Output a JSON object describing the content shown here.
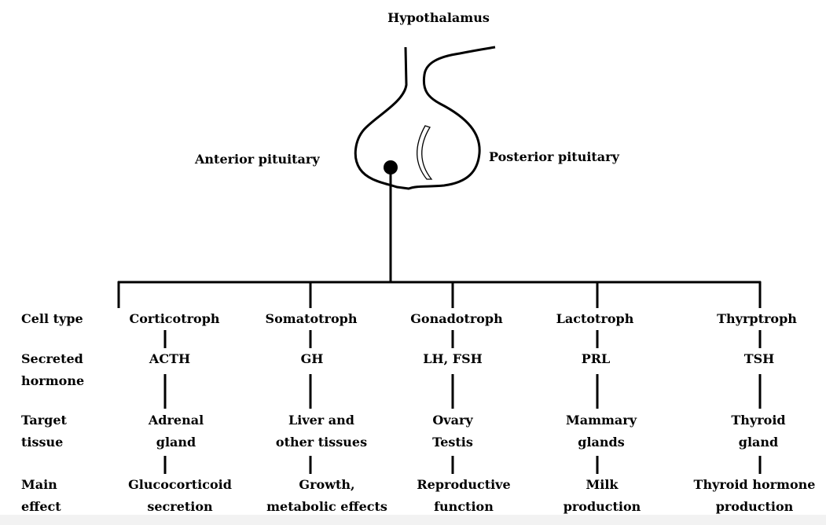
{
  "title": "Hypothalamus",
  "anterior_label": "Anterior pituitary",
  "posterior_label": "Posterior pituitary",
  "row_labels": {
    "cell_type": "Cell type",
    "secreted_1": "Secreted",
    "secreted_2": "hormone",
    "target_1": "Target",
    "target_2": "tissue",
    "effect_1": "Main",
    "effect_2": "effect"
  },
  "columns": [
    {
      "cell": "Corticotroph",
      "hormone": "ACTH",
      "target1": "Adrenal",
      "target2": "gland",
      "effect1": "Glucocorticoid",
      "effect2": "secretion"
    },
    {
      "cell": "Somatotroph",
      "hormone": "GH",
      "target1": "Liver  and",
      "target2": "other tissues",
      "effect1": "Growth,",
      "effect2": "metabolic effects"
    },
    {
      "cell": "Gonadotroph",
      "hormone": "LH, FSH",
      "target1": "Ovary",
      "target2": "Testis",
      "effect1": "Reproductive",
      "effect2": "function"
    },
    {
      "cell": "Lactotroph",
      "hormone": "PRL",
      "target1": "Mammary",
      "target2": "glands",
      "effect1": "Milk",
      "effect2": "production"
    },
    {
      "cell": "Thyrptroph",
      "hormone": "TSH",
      "target1": "Thyroid",
      "target2": "gland",
      "effect1": "Thyroid hormone",
      "effect2": "production"
    }
  ]
}
